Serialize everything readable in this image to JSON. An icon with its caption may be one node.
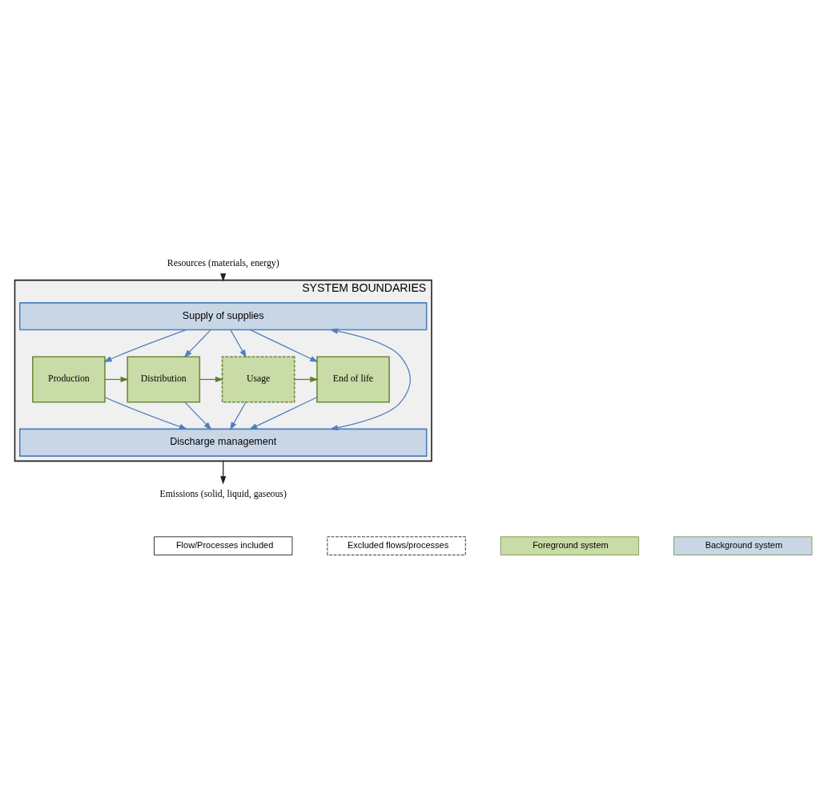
{
  "diagram": {
    "nodes": [
      {
        "text": [
          "SYSTEM BOUNDARIES"
        ]
      },
      {
        "text": [
          "Resources (materials, energy)"
        ]
      },
      {
        "text": [
          "Supply of supplies"
        ],
        "in": 0
      },
      {
        "text": [
          "Production"
        ],
        "in": 0
      },
      {
        "text": [
          "Distribution"
        ],
        "in": 0
      },
      {
        "text": [
          "Usage"
        ],
        "in": 0
      },
      {
        "text": [
          "End of life"
        ],
        "in": 0
      },
      {
        "text": [
          "Discharge management"
        ],
        "in": 0
      },
      {
        "text": [
          "Emissions (solid, liquid, gaseous)"
        ]
      }
    ],
    "edges": [
      {
        "from": 1,
        "to": 0,
        "arrow": "to",
        "color": "#231f20"
      },
      {
        "from": 2,
        "to": 3,
        "arrow": "to"
      },
      {
        "from": 2,
        "to": 4,
        "arrow": "to"
      },
      {
        "from": 2,
        "to": 5,
        "arrow": "to"
      },
      {
        "from": 2,
        "to": 6,
        "arrow": "to"
      },
      {
        "from": 3,
        "to": 4,
        "arrow": "to",
        "color": "#5f7f2f"
      },
      {
        "from": 4,
        "to": 5,
        "arrow": "to",
        "color": "#5f7f2f"
      },
      {
        "from": 5,
        "to": 6,
        "arrow": "to",
        "color": "#5f7f2f"
      },
      {
        "from": 3,
        "to": 7,
        "arrow": "to"
      },
      {
        "from": 4,
        "to": 7,
        "arrow": "to"
      },
      {
        "from": 5,
        "to": 7,
        "arrow": "to"
      },
      {
        "from": 6,
        "to": 7,
        "arrow": "to"
      },
      {
        "from": 7,
        "to": 2,
        "arrow": "both"
      },
      {
        "from": 0,
        "to": 8,
        "arrow": "to",
        "color": "#231f20"
      }
    ],
    "legend": [
      {
        "text": "Flow/Processes included"
      },
      {
        "text": "Excluded flows/processes"
      },
      {
        "text": "Foreground system",
        "color": "#c9dba6"
      },
      {
        "text": "Background system",
        "color": "#c8d6e6"
      }
    ]
  }
}
